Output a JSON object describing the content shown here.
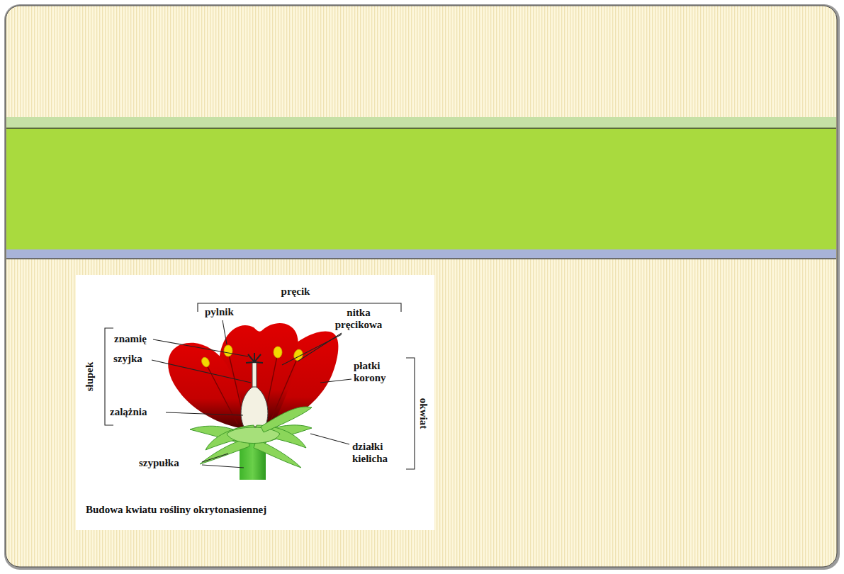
{
  "diagram": {
    "caption": "Budowa kwiatu rośliny okrytonasiennej",
    "labels": [
      "pręcik",
      "pylnik",
      "nitka pręcikowa",
      "znamię",
      "szyjka",
      "słupek",
      "zalążnia",
      "płatki korony",
      "okwiat",
      "działki kielicha",
      "szypułka"
    ]
  }
}
